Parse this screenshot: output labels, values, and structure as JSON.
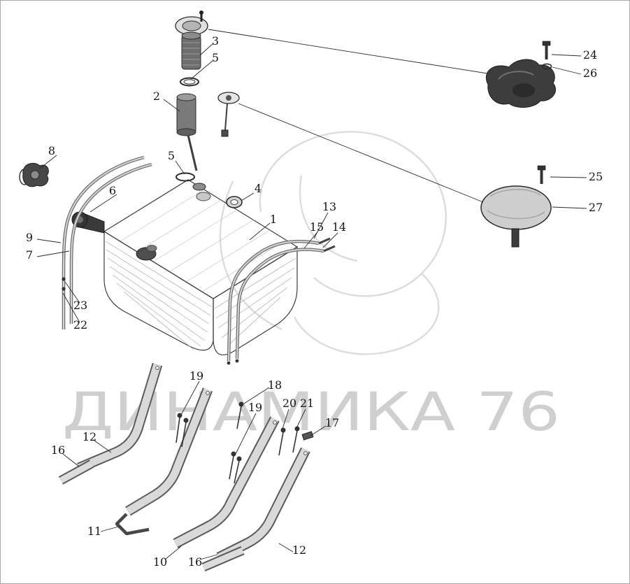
{
  "watermark": {
    "text": "ДИНАМИКА 76",
    "color": "#c7c7c7"
  },
  "callouts": [
    "3",
    "5",
    "2",
    "24",
    "26",
    "8",
    "5",
    "6",
    "4",
    "25",
    "27",
    "1",
    "13",
    "15",
    "14",
    "9",
    "7",
    "23",
    "22",
    "19",
    "18",
    "19",
    "20",
    "21",
    "17",
    "12",
    "16",
    "11",
    "10",
    "16",
    "12"
  ]
}
